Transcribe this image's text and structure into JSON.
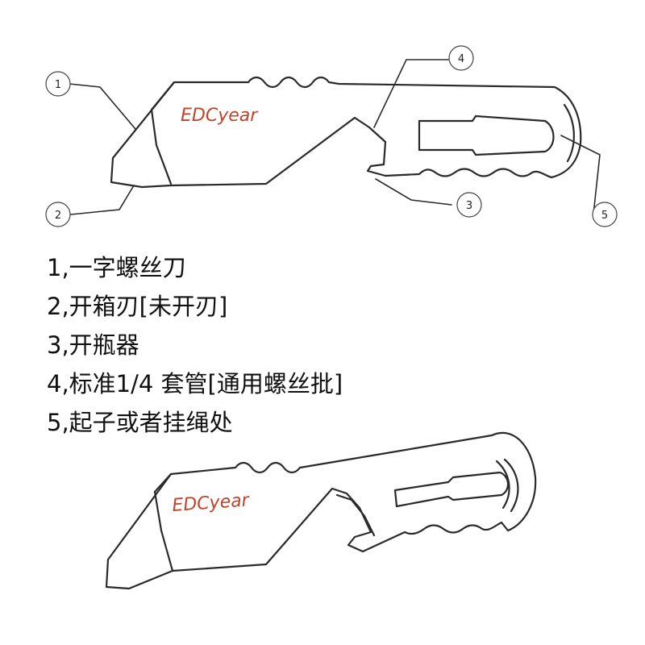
{
  "brand": {
    "text": "EDCyear",
    "color": "#c0452c"
  },
  "callouts": [
    {
      "number": "1"
    },
    {
      "number": "2"
    },
    {
      "number": "3"
    },
    {
      "number": "4"
    },
    {
      "number": "5"
    }
  ],
  "legend": [
    "1,一字螺丝刀",
    "2,开箱刃[未开刃]",
    "3,开瓶器",
    "4,标准1/4 套管[通用螺丝批]",
    "5,起子或者挂绳处"
  ]
}
